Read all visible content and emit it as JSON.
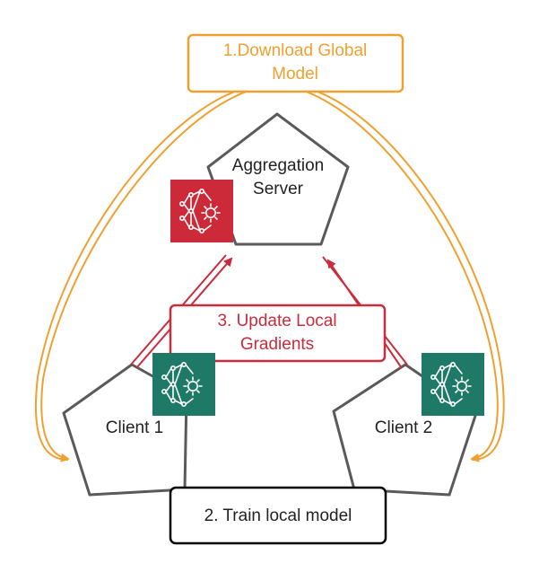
{
  "nodes": {
    "server": {
      "line1": "Aggregation",
      "line2": "Server"
    },
    "client1": {
      "label": "Client 1"
    },
    "client2": {
      "label": "Client 2"
    }
  },
  "steps": {
    "download": {
      "line1": "1.Download Global",
      "line2": "Model"
    },
    "train": {
      "label": "2. Train local model"
    },
    "update": {
      "line1": "3. Update Local",
      "line2": "Gradients"
    }
  },
  "icons": {
    "server": "federated-learning-icon",
    "client1": "federated-learning-icon",
    "client2": "federated-learning-icon"
  },
  "colors": {
    "download": "#f0a030",
    "update": "#c92c3c",
    "server_icon_bg": "#cc2a38",
    "client_icon_bg": "#1e7a66",
    "outline": "#5a5a5a",
    "train_box": "#000000",
    "text": "#222222"
  }
}
